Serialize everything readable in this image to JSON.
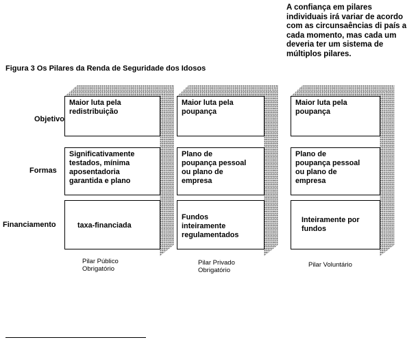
{
  "note": "A confiança em pilares\nindividuais irá variar de acordo\ncom as circunsaências di país a\ncada momento, mas cada um\ndeveria ter um sistema de\nmúltiplos pilares.",
  "figure_title": "Figura 3  Os Pilares da Renda de Seguridade dos Idosos",
  "rows": {
    "objetivos": "Objetivos",
    "formas": "Formas",
    "financiamento": "Financiamento"
  },
  "pillars": [
    {
      "name": "Pilar Público\nObrigatório",
      "objetivo": "Maior luta pela\nredistribuição",
      "forma": "Significativamente\ntestados, mínima\naposentadoria\ngarantida e plano",
      "financiamento": "taxa-financiada"
    },
    {
      "name": "Pilar Privado\nObrigatório",
      "objetivo": "Maior luta pela\npoupança",
      "forma": "Plano de\npoupança pessoal\nou plano de\nempresa",
      "financiamento": "Fundos\ninteiramente\nregulamentados"
    },
    {
      "name": "Pilar Voluntário",
      "objetivo": "Maior luta pela\npoupança",
      "forma": "Plano de\npoupança pessoal\nou plano de\nempresa",
      "financiamento": "Inteiramente por\nfundos"
    }
  ]
}
